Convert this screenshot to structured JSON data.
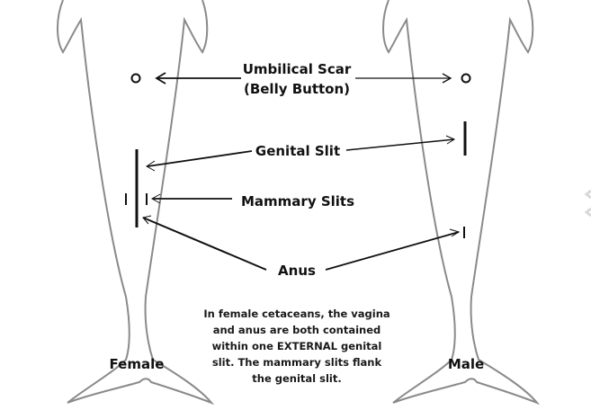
{
  "diagram": {
    "labels": {
      "umbilical_line1": "Umbilical Scar",
      "umbilical_line2": "(Belly Button)",
      "genital": "Genital Slit",
      "mammary": "Mammary Slits",
      "anus": "Anus"
    },
    "figures": {
      "female": "Female",
      "male": "Male"
    },
    "caption_lines": [
      "In female cetaceans, the vagina",
      "and anus are both contained",
      "within one EXTERNAL genital",
      "slit.  The mammary slits flank",
      "the genital slit."
    ]
  }
}
